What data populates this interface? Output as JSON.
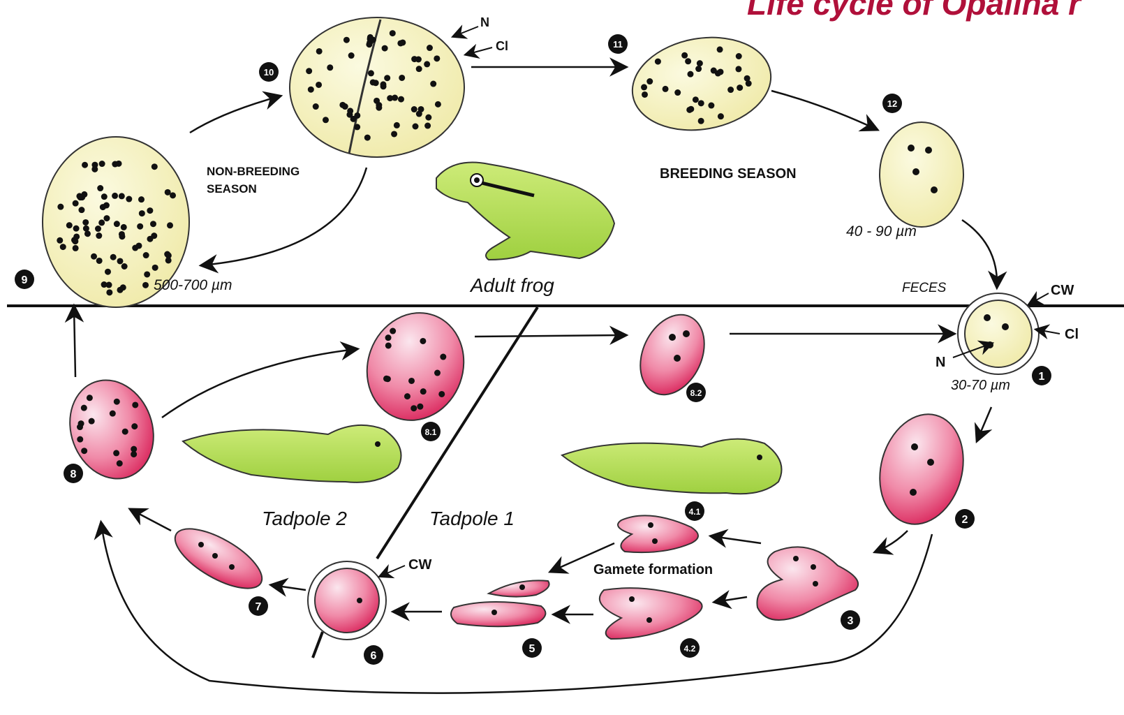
{
  "title": "Life cycle of Opalina r",
  "labels": {
    "non_breeding_1": "NON-BREEDING",
    "non_breeding_2": "SEASON",
    "breeding": "BREEDING  SEASON",
    "size_large": "500-700 µm",
    "size_medium": "40 - 90 µm",
    "size_cyst": "30-70 µm",
    "adult": "Adult frog",
    "feces": "FECES",
    "tadpole2": "Tadpole  2",
    "tadpole1": "Tadpole  1",
    "gametes": "Gamete formation",
    "N_top": "N",
    "Cl_top": "Cl",
    "CW_cyst": "CW",
    "Cl_cyst": "Cl",
    "N_cyst": "N",
    "CW_zygote": "CW"
  },
  "stages": {
    "s1": "1",
    "s2": "2",
    "s3": "3",
    "s41": "4.1",
    "s42": "4.2",
    "s5": "5",
    "s6": "6",
    "s7": "7",
    "s8": "8",
    "s81": "8.1",
    "s82": "8.2",
    "s9": "9",
    "s10": "10",
    "s11": "11",
    "s12": "12"
  },
  "colors": {
    "yellow_cell": "#f4f0b8",
    "pink_cell": "#e8356a",
    "frog_green": "#b9e05a",
    "title_red": "#b0103a"
  }
}
